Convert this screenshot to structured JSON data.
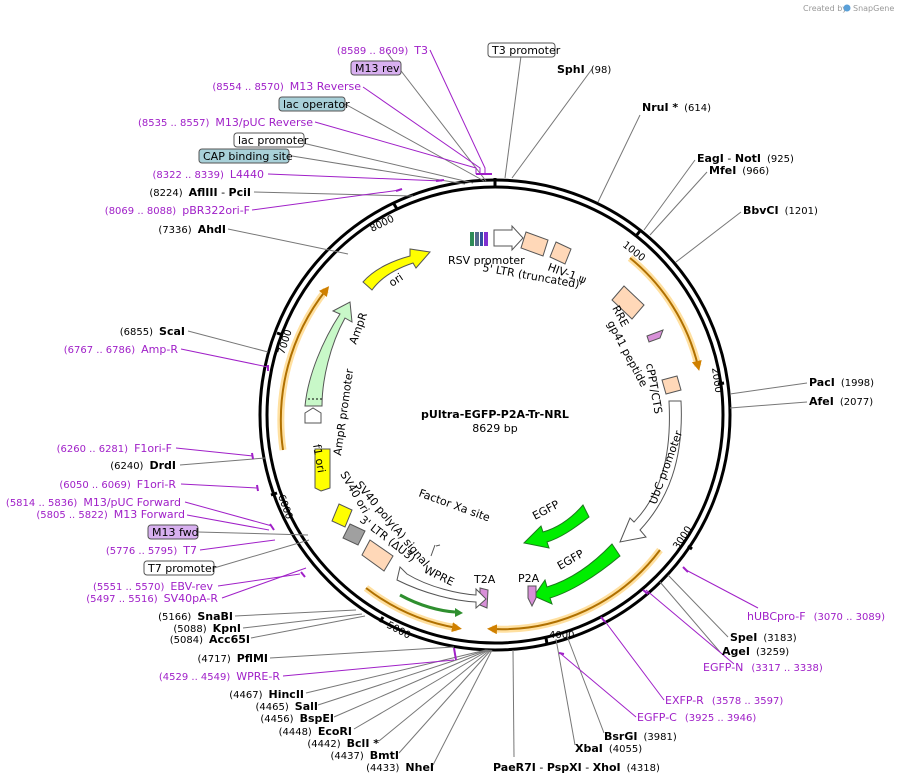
{
  "plasmid": {
    "name": "pUltra-EGFP-P2A-Tr-NRL",
    "length": "8629 bp"
  },
  "credit": {
    "prefix": "Created by",
    "brand": "SnapGene"
  },
  "ticks": [
    "1000",
    "2000",
    "3000",
    "4000",
    "5000",
    "6000",
    "7000",
    "8000"
  ],
  "enzymes": [
    {
      "name": "SphI",
      "pos": "(98)"
    },
    {
      "name": "NruI *",
      "pos": "(614)"
    },
    {
      "name": "EagI",
      "sep": " - ",
      "name2": "NotI",
      "pos": "(925)"
    },
    {
      "name": "MfeI",
      "pos": "(966)"
    },
    {
      "name": "BbvCI",
      "pos": "(1201)"
    },
    {
      "name": "PacI",
      "pos": "(1998)"
    },
    {
      "name": "AfeI",
      "pos": "(2077)"
    },
    {
      "name": "SpeI",
      "pos": "(3183)"
    },
    {
      "name": "AgeI",
      "pos": "(3259)"
    },
    {
      "name": "BsrGI",
      "pos": "(3981)"
    },
    {
      "name": "XbaI",
      "pos": "(4055)"
    },
    {
      "name": "PaeR7I",
      "sep": " - ",
      "name2": "PspXI",
      "sep2": " - ",
      "name3": "XhoI",
      "pos": "(4318)"
    },
    {
      "name": "NheI",
      "pos": "(4433)"
    },
    {
      "name": "BmtI",
      "pos": "(4437)"
    },
    {
      "name": "BclI *",
      "pos": "(4442)"
    },
    {
      "name": "EcoRI",
      "pos": "(4448)"
    },
    {
      "name": "BspEI",
      "pos": "(4456)"
    },
    {
      "name": "SalI",
      "pos": "(4465)"
    },
    {
      "name": "HincII",
      "pos": "(4467)"
    },
    {
      "name": "PflMI",
      "pos": "(4717)"
    },
    {
      "name": "Acc65I",
      "pos": "(5084)"
    },
    {
      "name": "KpnI",
      "pos": "(5088)"
    },
    {
      "name": "SnaBI",
      "pos": "(5166)"
    },
    {
      "name": "DrdI",
      "pos": "(6240)"
    },
    {
      "name": "ScaI",
      "pos": "(6855)"
    },
    {
      "name": "AhdI",
      "pos": "(7336)"
    },
    {
      "name": "AflIII",
      "sep": " - ",
      "name2": "PciI",
      "pos": "(8224)"
    }
  ],
  "primers": [
    {
      "name": "T3",
      "range": "(8589 .. 8609)"
    },
    {
      "name": "M13 Reverse",
      "range": "(8554 .. 8570)"
    },
    {
      "name": "M13/pUC Reverse",
      "range": "(8535 .. 8557)"
    },
    {
      "name": "L4440",
      "range": "(8322 .. 8339)"
    },
    {
      "name": "pBR322ori-F",
      "range": "(8069 .. 8088)"
    },
    {
      "name": "Amp-R",
      "range": "(6767 .. 6786)"
    },
    {
      "name": "F1ori-F",
      "range": "(6260 .. 6281)"
    },
    {
      "name": "F1ori-R",
      "range": "(6050 .. 6069)"
    },
    {
      "name": "M13/pUC Forward",
      "range": "(5814 .. 5836)"
    },
    {
      "name": "M13 Forward",
      "range": "(5805 .. 5822)"
    },
    {
      "name": "T7",
      "range": "(5776 .. 5795)"
    },
    {
      "name": "EBV-rev",
      "range": "(5551 .. 5570)"
    },
    {
      "name": "SV40pA-R",
      "range": "(5497 .. 5516)"
    },
    {
      "name": "WPRE-R",
      "range": "(4529 .. 4549)"
    },
    {
      "name": "hUBCpro-F",
      "range": "(3070 .. 3089)"
    },
    {
      "name": "EGFP-N",
      "range": "(3317 .. 3338)"
    },
    {
      "name": "EXFP-R",
      "range": "(3578 .. 3597)"
    },
    {
      "name": "EGFP-C",
      "range": "(3925 .. 3946)"
    }
  ],
  "boxes": {
    "m13rev": "M13 rev",
    "lac_operator": "lac operator",
    "lac_promoter": "lac promoter",
    "cap": "CAP binding site",
    "t3_promoter": "T3 promoter",
    "m13fwd": "M13 fwd",
    "t7_promoter": "T7 promoter"
  },
  "features": {
    "rsv": "RSV promoter",
    "ltr5": "5' LTR (truncated)",
    "hiv": "HIV-1 ψ",
    "rre": "RRE",
    "gp41": "gp41 peptide",
    "cppt": "cPPT/CTS",
    "ubc": "UbC promoter",
    "egfp1": "EGFP",
    "egfp2": "EGFP",
    "p2a": "P2A",
    "t2a": "T2A",
    "wpre": "WPRE",
    "ltr3": "3' LTR (ΔU3)",
    "sv40pa": "SV40 poly(A) signal",
    "sv40ori": "SV40 ori",
    "factorxa": "Factor Xa site",
    "f1ori": "f1 ori",
    "ampr_prom": "AmpR promoter",
    "ampr": "AmpR",
    "ori": "ori"
  },
  "colors": {
    "primer": "#a020c8",
    "box_blue": "#a8d0d8",
    "box_purple": "#d8b0f0",
    "yellow": "#ffff00",
    "green": "#00ee00",
    "light_green": "#c8f8c8",
    "peach": "#ffd8b8",
    "orange_arc": "#e6a020"
  }
}
